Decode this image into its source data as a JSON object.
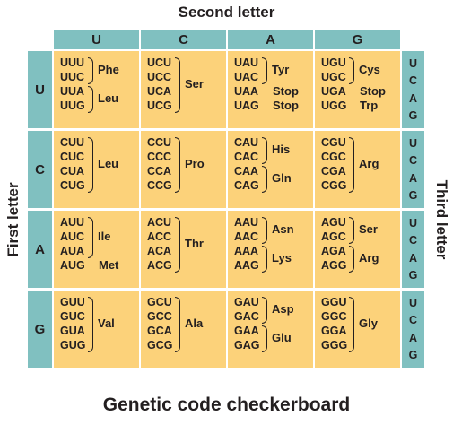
{
  "labels": {
    "second_letter": "Second letter",
    "first_letter": "First letter",
    "third_letter": "Third letter",
    "caption": "Genetic code checkerboard"
  },
  "bases": [
    "U",
    "C",
    "A",
    "G"
  ],
  "colors": {
    "header": "#80c0c0",
    "cell": "#fcd27a"
  },
  "table": [
    [
      {
        "codons": [
          "UUU",
          "UUC",
          "UUA",
          "UUG"
        ],
        "groups": [
          {
            "from": 0,
            "to": 1,
            "aa": "Phe"
          },
          {
            "from": 2,
            "to": 3,
            "aa": "Leu"
          }
        ]
      },
      {
        "codons": [
          "UCU",
          "UCC",
          "UCA",
          "UCG"
        ],
        "groups": [
          {
            "from": 0,
            "to": 3,
            "aa": "Ser"
          }
        ]
      },
      {
        "codons": [
          "UAU",
          "UAC",
          "UAA",
          "UAG"
        ],
        "groups": [
          {
            "from": 0,
            "to": 1,
            "aa": "Tyr"
          },
          {
            "from": 2,
            "to": 2,
            "aa": "Stop"
          },
          {
            "from": 3,
            "to": 3,
            "aa": "Stop"
          }
        ]
      },
      {
        "codons": [
          "UGU",
          "UGC",
          "UGA",
          "UGG"
        ],
        "groups": [
          {
            "from": 0,
            "to": 1,
            "aa": "Cys"
          },
          {
            "from": 2,
            "to": 2,
            "aa": "Stop"
          },
          {
            "from": 3,
            "to": 3,
            "aa": "Trp"
          }
        ]
      }
    ],
    [
      {
        "codons": [
          "CUU",
          "CUC",
          "CUA",
          "CUG"
        ],
        "groups": [
          {
            "from": 0,
            "to": 3,
            "aa": "Leu"
          }
        ]
      },
      {
        "codons": [
          "CCU",
          "CCC",
          "CCA",
          "CCG"
        ],
        "groups": [
          {
            "from": 0,
            "to": 3,
            "aa": "Pro"
          }
        ]
      },
      {
        "codons": [
          "CAU",
          "CAC",
          "CAA",
          "CAG"
        ],
        "groups": [
          {
            "from": 0,
            "to": 1,
            "aa": "His"
          },
          {
            "from": 2,
            "to": 3,
            "aa": "Gln"
          }
        ]
      },
      {
        "codons": [
          "CGU",
          "CGC",
          "CGA",
          "CGG"
        ],
        "groups": [
          {
            "from": 0,
            "to": 3,
            "aa": "Arg"
          }
        ]
      }
    ],
    [
      {
        "codons": [
          "AUU",
          "AUC",
          "AUA",
          "AUG"
        ],
        "groups": [
          {
            "from": 0,
            "to": 2,
            "aa": "Ile"
          },
          {
            "from": 3,
            "to": 3,
            "aa": "Met"
          }
        ]
      },
      {
        "codons": [
          "ACU",
          "ACC",
          "ACA",
          "ACG"
        ],
        "groups": [
          {
            "from": 0,
            "to": 3,
            "aa": "Thr"
          }
        ]
      },
      {
        "codons": [
          "AAU",
          "AAC",
          "AAA",
          "AAG"
        ],
        "groups": [
          {
            "from": 0,
            "to": 1,
            "aa": "Asn"
          },
          {
            "from": 2,
            "to": 3,
            "aa": "Lys"
          }
        ]
      },
      {
        "codons": [
          "AGU",
          "AGC",
          "AGA",
          "AGG"
        ],
        "groups": [
          {
            "from": 0,
            "to": 1,
            "aa": "Ser"
          },
          {
            "from": 2,
            "to": 3,
            "aa": "Arg"
          }
        ]
      }
    ],
    [
      {
        "codons": [
          "GUU",
          "GUC",
          "GUA",
          "GUG"
        ],
        "groups": [
          {
            "from": 0,
            "to": 3,
            "aa": "Val"
          }
        ]
      },
      {
        "codons": [
          "GCU",
          "GCC",
          "GCA",
          "GCG"
        ],
        "groups": [
          {
            "from": 0,
            "to": 3,
            "aa": "Ala"
          }
        ]
      },
      {
        "codons": [
          "GAU",
          "GAC",
          "GAA",
          "GAG"
        ],
        "groups": [
          {
            "from": 0,
            "to": 1,
            "aa": "Asp"
          },
          {
            "from": 2,
            "to": 3,
            "aa": "Glu"
          }
        ]
      },
      {
        "codons": [
          "GGU",
          "GGC",
          "GGA",
          "GGG"
        ],
        "groups": [
          {
            "from": 0,
            "to": 3,
            "aa": "Gly"
          }
        ]
      }
    ]
  ]
}
